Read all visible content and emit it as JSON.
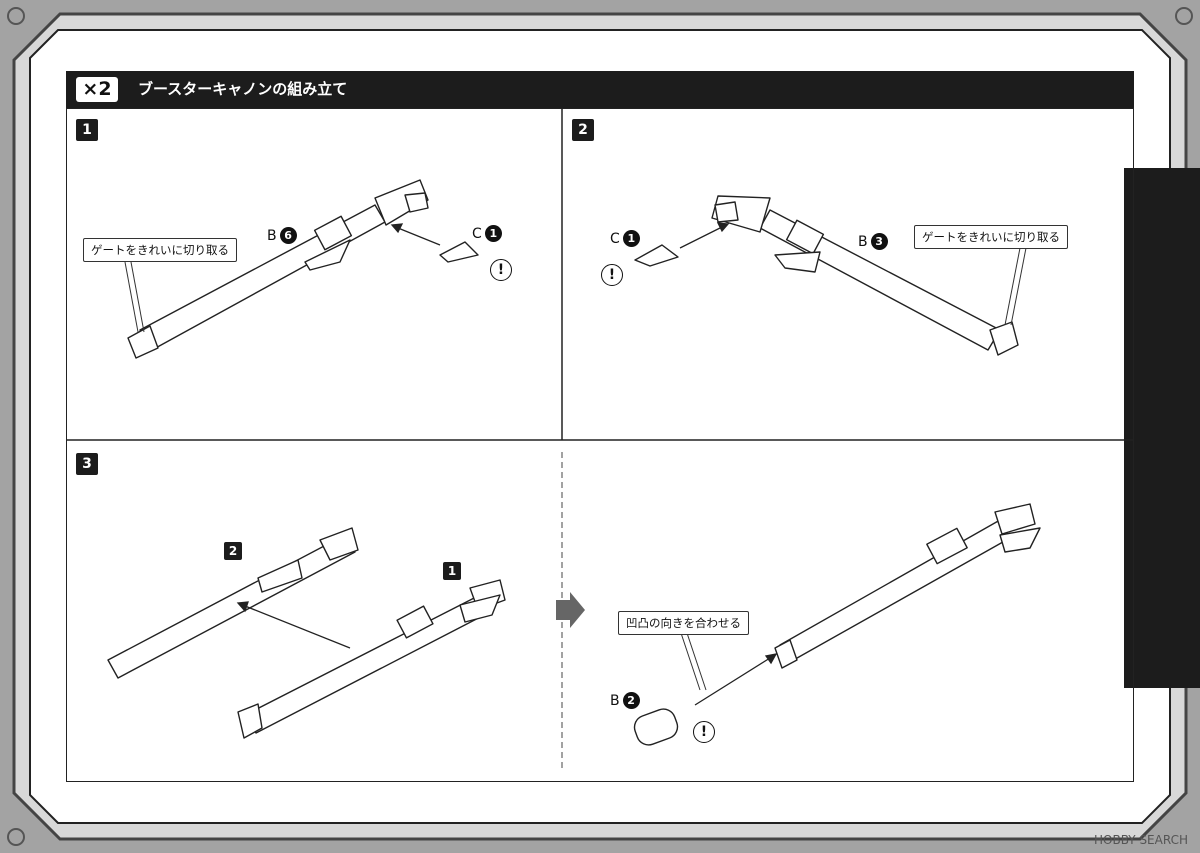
{
  "header": {
    "quantity": "×2",
    "title": "ブースターキャノンの組み立て"
  },
  "panels": [
    {
      "number": "1"
    },
    {
      "number": "2"
    },
    {
      "number": "3"
    }
  ],
  "step1": {
    "gate_note": "ゲートをきれいに切り取る",
    "part_b_letter": "B",
    "part_b_num": "6",
    "part_c_letter": "C",
    "part_c_num": "1",
    "warning": "!"
  },
  "step2": {
    "gate_note": "ゲートをきれいに切り取る",
    "part_b_letter": "B",
    "part_b_num": "3",
    "part_c_letter": "C",
    "part_c_num": "1",
    "warning": "!"
  },
  "step3": {
    "sub_a": "2",
    "sub_b": "1"
  },
  "step4": {
    "align_note": "凹凸の向きを合わせる",
    "part_b_letter": "B",
    "part_b_num": "2",
    "warning": "!"
  },
  "watermark": "HOBBY SEARCH",
  "colors": {
    "header_bg": "#1c1c1c",
    "frame_gray": "#9a9a9a"
  }
}
